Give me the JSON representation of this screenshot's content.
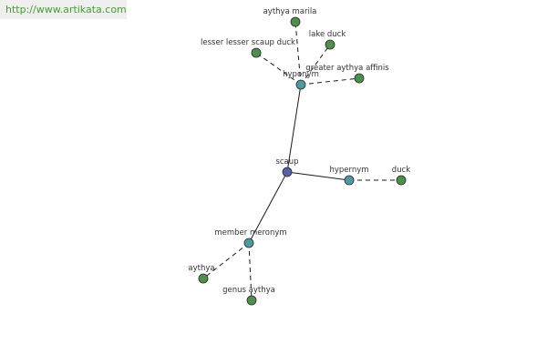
{
  "watermark": {
    "text": "http://www.artikata.com"
  },
  "colors": {
    "root": "#5560a6",
    "relation": "#4f9aa0",
    "leaf": "#4f8f4a"
  },
  "graph": {
    "nodes": [
      {
        "id": "scaup",
        "label": "scaup",
        "kind": "root"
      },
      {
        "id": "hyponym",
        "label": "hyponym",
        "kind": "relation"
      },
      {
        "id": "hypernym",
        "label": "hypernym",
        "kind": "relation"
      },
      {
        "id": "member-meronym",
        "label": "member meronym",
        "kind": "relation"
      },
      {
        "id": "aythya-marila",
        "label": "aythya marila",
        "kind": "leaf"
      },
      {
        "id": "lake-duck",
        "label": "lake duck",
        "kind": "leaf"
      },
      {
        "id": "lesser-lesser-scaup-duck",
        "label": "lesser lesser scaup duck",
        "kind": "leaf"
      },
      {
        "id": "greater-aythya-affinis",
        "label": "greater aythya affinis",
        "kind": "leaf"
      },
      {
        "id": "duck",
        "label": "duck",
        "kind": "leaf"
      },
      {
        "id": "aythya",
        "label": "aythya",
        "kind": "leaf"
      },
      {
        "id": "genus-aythya",
        "label": "genus aythya",
        "kind": "leaf"
      }
    ],
    "edges": [
      {
        "from": "scaup",
        "to": "hyponym",
        "style": "solid"
      },
      {
        "from": "scaup",
        "to": "hypernym",
        "style": "solid"
      },
      {
        "from": "scaup",
        "to": "member-meronym",
        "style": "solid"
      },
      {
        "from": "hyponym",
        "to": "aythya-marila",
        "style": "dashed"
      },
      {
        "from": "hyponym",
        "to": "lake-duck",
        "style": "dashed"
      },
      {
        "from": "hyponym",
        "to": "lesser-lesser-scaup-duck",
        "style": "dashed"
      },
      {
        "from": "hyponym",
        "to": "greater-aythya-affinis",
        "style": "dashed"
      },
      {
        "from": "hypernym",
        "to": "duck",
        "style": "dashed"
      },
      {
        "from": "member-meronym",
        "to": "aythya",
        "style": "dashed"
      },
      {
        "from": "member-meronym",
        "to": "genus-aythya",
        "style": "dashed"
      }
    ]
  }
}
